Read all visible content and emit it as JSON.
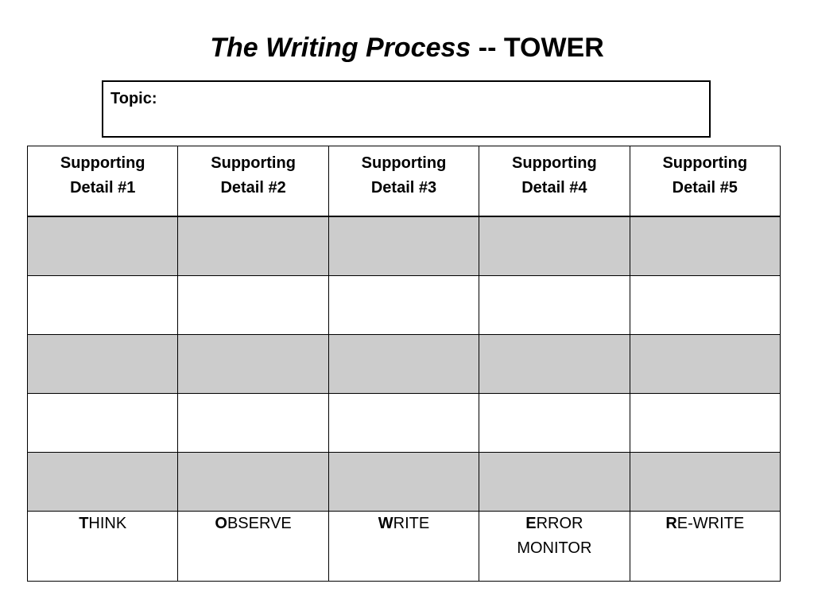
{
  "title": {
    "italic_part": "The Writing Process",
    "rest_part": " -- TOWER"
  },
  "topic": {
    "label": "Topic:"
  },
  "table": {
    "headers": [
      [
        "Supporting",
        "Detail #1"
      ],
      [
        "Supporting",
        "Detail #2"
      ],
      [
        "Supporting",
        "Detail #3"
      ],
      [
        "Supporting",
        "Detail #4"
      ],
      [
        "Supporting",
        "Detail #5"
      ]
    ],
    "shade_color": "#cccccc",
    "footer": [
      {
        "bold": "T",
        "rest": "HINK",
        "line2": ""
      },
      {
        "bold": "O",
        "rest": "BSERVE",
        "line2": ""
      },
      {
        "bold": "W",
        "rest": "RITE",
        "line2": ""
      },
      {
        "bold": "E",
        "rest": "RROR",
        "line2": "MONITOR"
      },
      {
        "bold": "R",
        "rest": "E-WRITE",
        "line2": ""
      }
    ]
  }
}
